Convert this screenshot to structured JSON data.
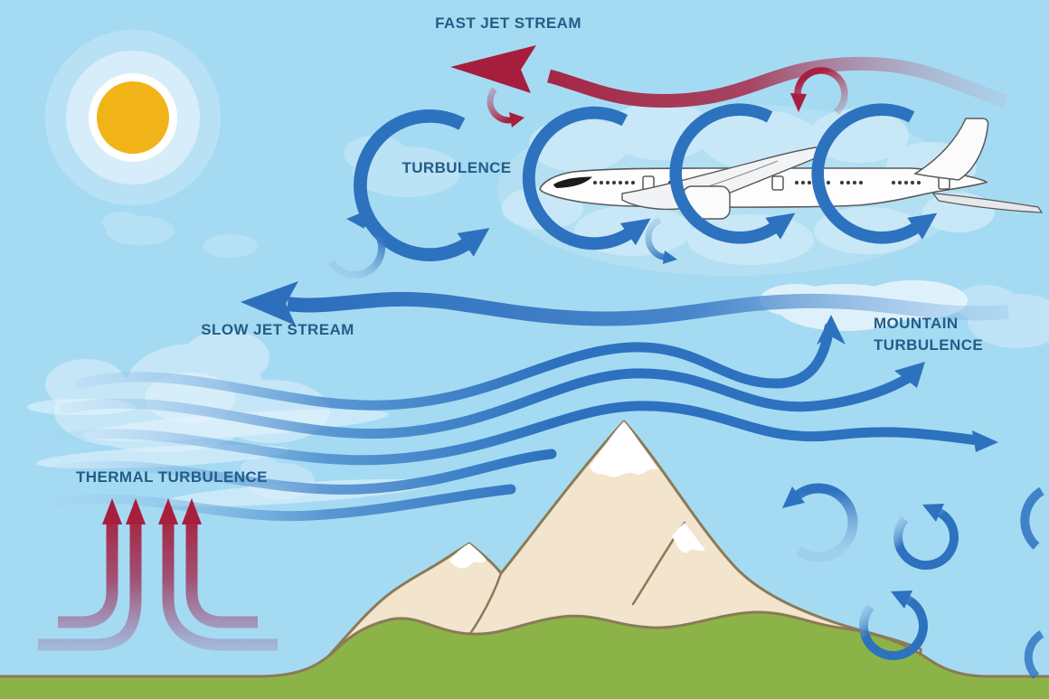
{
  "labels": {
    "fast_jet_stream": "FAST JET STREAM",
    "turbulence": "TURBULENCE",
    "slow_jet_stream": "SLOW JET STREAM",
    "mountain_turbulence_line1": "MOUNTAIN",
    "mountain_turbulence_line2": "TURBULENCE",
    "thermal_turbulence": "THERMAL TURBULENCE"
  },
  "colors": {
    "sky": "#a5dbf2",
    "cloud": "#c5e6f7",
    "label_text": "#235d87",
    "jet_blue": "#2d72bf",
    "jet_red": "#a81f3d",
    "faded_tail_blue_gray": "#a2b1d6",
    "sun_yellow": "#f0b418",
    "mountain_tan": "#f2e4cd",
    "mountain_outline": "#8a7a57",
    "snow_white": "#ffffff",
    "grass_green": "#8cb347",
    "airplane_white": "#fdfdfd",
    "airplane_outline": "#595a5c"
  },
  "elements": {
    "sun": "sun-with-halo",
    "airplane": "white-airliner-flying-left",
    "turbulence_rings": "four-circular-eddy-arrows-around-airplane",
    "fast_jet_stream_arrow": "red-wavy-left-arrow",
    "slow_jet_stream_arrow": "blue-wavy-left-arrow",
    "mountain_wave_lines": "blue-streamlines-over-mountain",
    "mountain": "snow-capped-mountain-on-green-hills",
    "thermal_arrows": "four-rising-ground-heat-arrows",
    "lee_eddies": "swirl-arrows-behind-mountain"
  }
}
